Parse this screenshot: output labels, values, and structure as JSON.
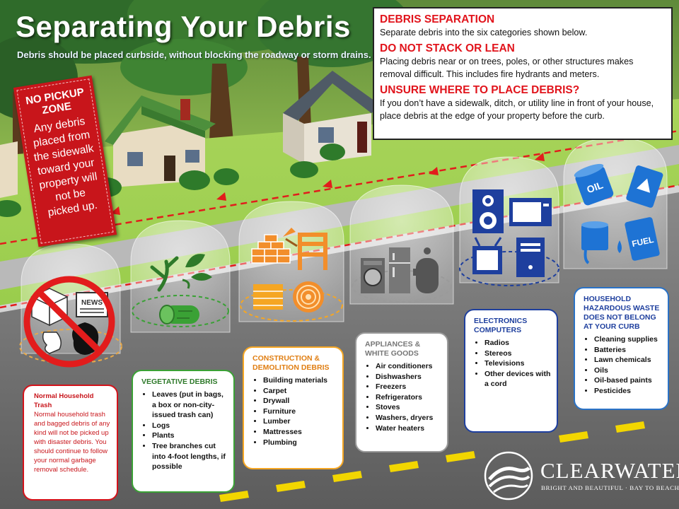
{
  "header": {
    "title": "Separating Your Debris",
    "subtitle": "Debris should be placed curbside, without blocking the roadway or storm drains."
  },
  "info_box": {
    "sections": [
      {
        "heading": "DEBRIS SEPARATION",
        "text": "Separate debris into the six categories shown below."
      },
      {
        "heading": "DO NOT STACK OR LEAN",
        "text": "Placing debris near or on trees, poles,  or other structures makes removal difficult. This includes fire hydrants and meters."
      },
      {
        "heading": "UNSURE WHERE TO PLACE DEBRIS?",
        "text": "If you don’t have a sidewalk, ditch, or utility line in front of your house, place debris at the edge of your property before the curb."
      }
    ]
  },
  "no_pickup": {
    "title_line1": "NO PICKUP",
    "title_line2": "ZONE",
    "text_lines": [
      "Any debris",
      "placed from",
      "the sidewalk",
      "toward your",
      "property will",
      "not be",
      "picked up."
    ]
  },
  "categories": {
    "trash": {
      "title": "Normal Household Trash",
      "body": "Normal household trash and bagged debris of any kind will not be picked up with disaster debris. You should continue to follow your normal garbage removal schedule.",
      "icon": "no-trash-icon"
    },
    "vegetative": {
      "title": "VEGETATIVE DEBRIS",
      "items": [
        "Leaves (put in bags, a box or non-city-issued trash can)",
        "Logs",
        "Plants",
        "Tree branches cut into 4-foot lengths, if possible"
      ],
      "icon": "branches-logs-icon"
    },
    "construction": {
      "title": "CONSTRUCTION & DEMOLITION DEBRIS",
      "items": [
        "Building materials",
        "Carpet",
        "Drywall",
        "Furniture",
        "Lumber",
        "Mattresses",
        "Plumbing"
      ],
      "icon": "bricks-chair-icon"
    },
    "appliances": {
      "title": "APPLIANCES & WHITE GOODS",
      "items": [
        "Air conditioners",
        "Dishwashers",
        "Freezers",
        "Refrigerators",
        "Stoves",
        "Washers, dryers",
        "Water heaters"
      ],
      "icon": "appliances-icon"
    },
    "electronics": {
      "title": "ELECTRONICS COMPUTERS",
      "items": [
        "Radios",
        "Stereos",
        "Televisions",
        "Other devices with a cord"
      ],
      "icon": "electronics-icon"
    },
    "hazardous": {
      "title": "HOUSEHOLD HAZARDOUS WASTE DOES NOT BELONG AT YOUR CURB",
      "items": [
        "Cleaning supplies",
        "Batteries",
        "Lawn chemicals",
        "Oils",
        "Oil-based paints",
        "Pesticides"
      ],
      "icon": "hazardous-icon"
    }
  },
  "icon_labels": {
    "oil": "OIL",
    "fuel": "FUEL",
    "news": "NEWS"
  },
  "logo": {
    "name": "CLEARWATER",
    "tagline": "BRIGHT AND BEAUTIFUL · BAY TO BEACH"
  },
  "colors": {
    "red": "#e1141c",
    "blue": "#1e3f9e",
    "orange": "#f5a623",
    "green": "#3aa135",
    "grass": "#9ccf4a",
    "road": "#7a7a7a"
  }
}
